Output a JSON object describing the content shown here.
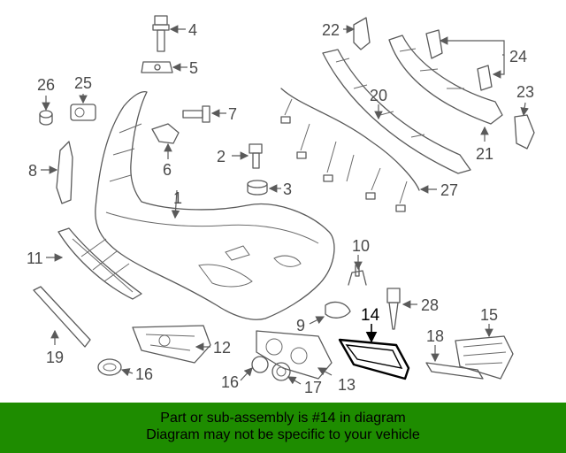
{
  "diagram": {
    "callouts": [
      "1",
      "2",
      "3",
      "4",
      "5",
      "6",
      "7",
      "8",
      "9",
      "10",
      "11",
      "12",
      "13",
      "14",
      "15",
      "16",
      "17",
      "18",
      "19",
      "20",
      "21",
      "22",
      "23",
      "24",
      "25",
      "26",
      "27",
      "28"
    ],
    "highlighted": "14",
    "highlight_color": "#1e8c00"
  },
  "banner": {
    "line1": "Part or sub-assembly is #14 in diagram",
    "line2": "Diagram may not be specific to your vehicle",
    "color": "#1e8c00"
  }
}
